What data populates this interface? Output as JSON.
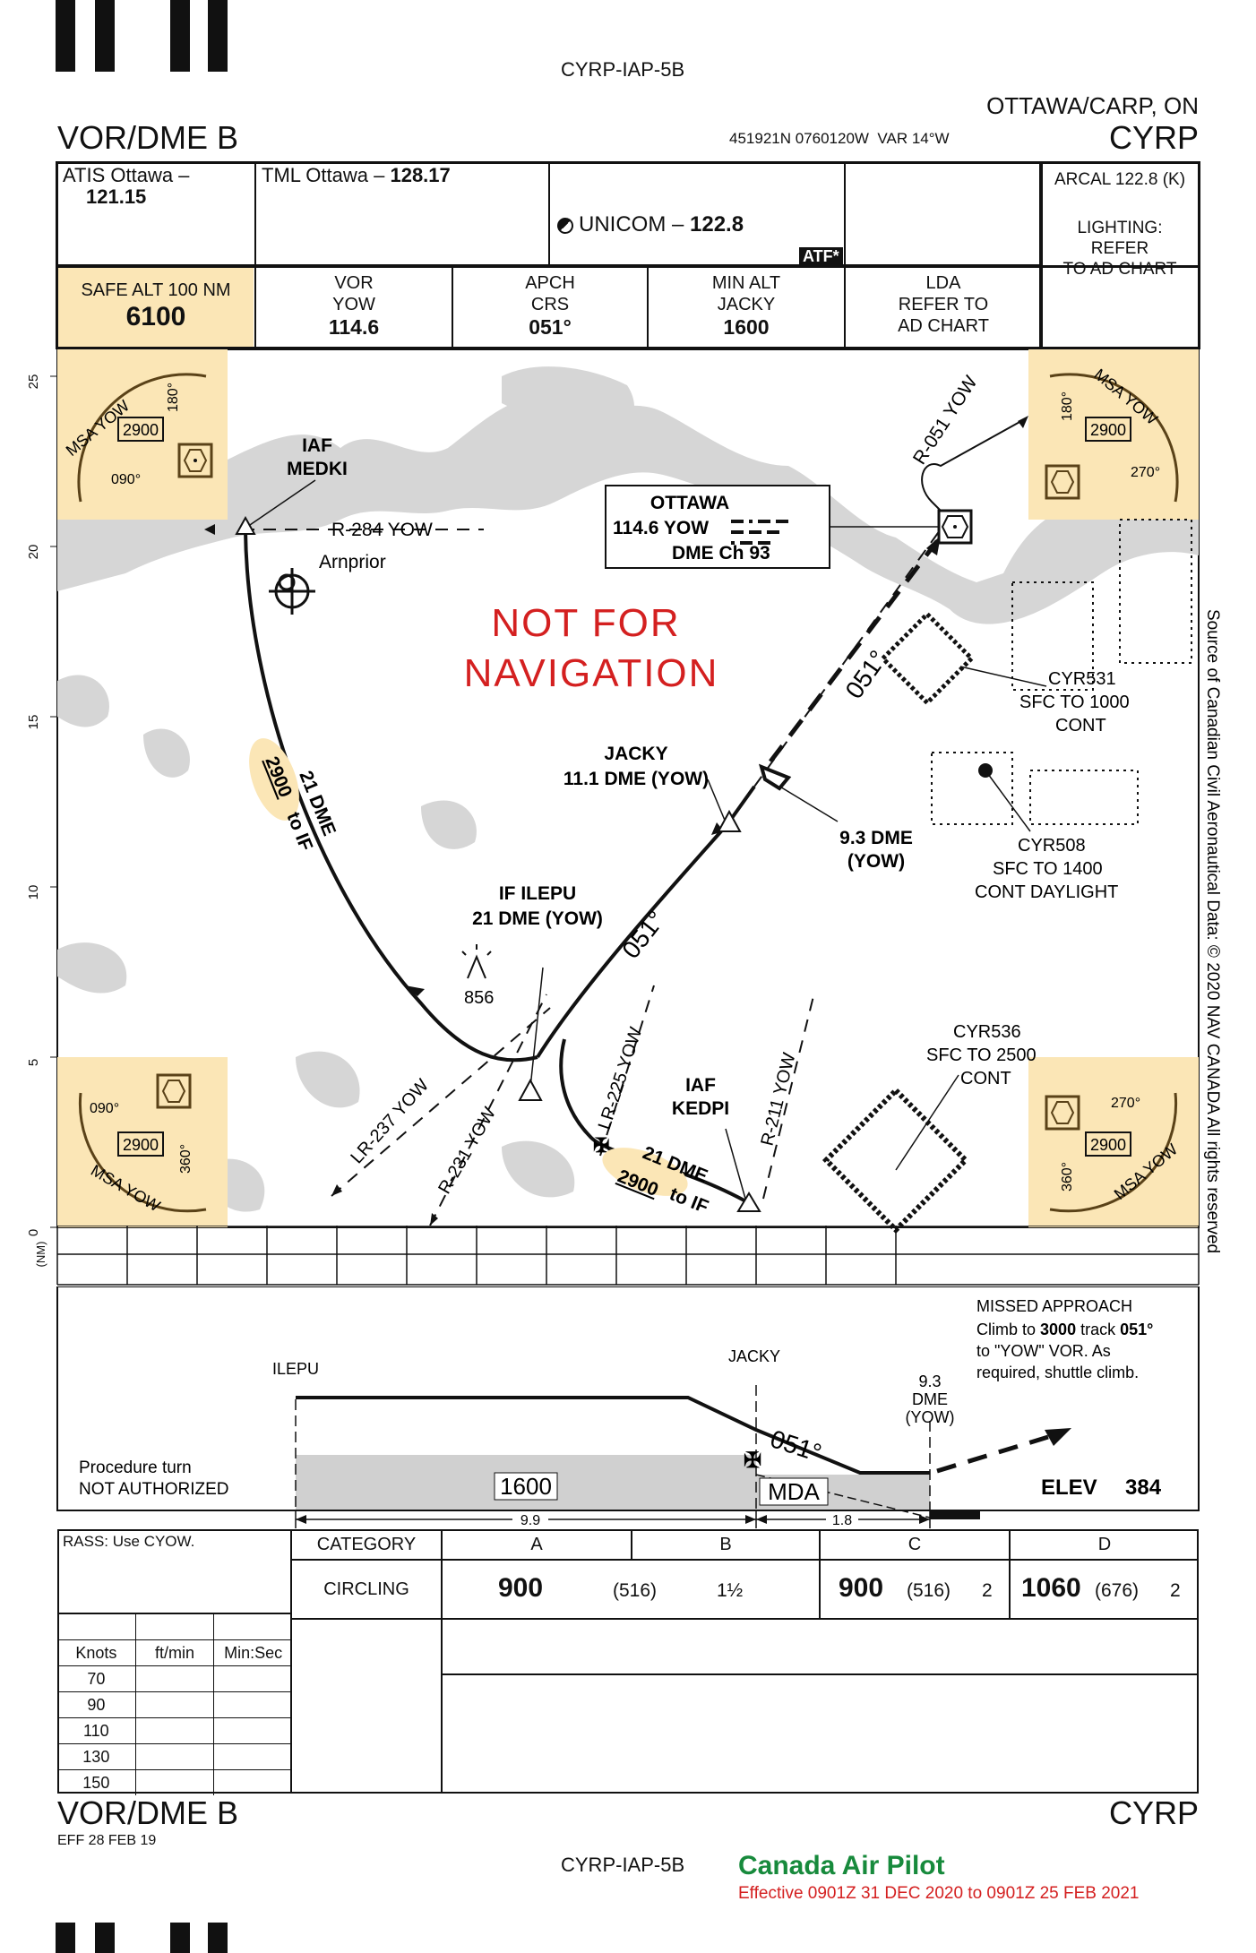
{
  "chart_id": "CYRP-IAP-5B",
  "procedure": "VOR/DME B",
  "airport": {
    "location": "OTTAWA/CARP, ON",
    "ident": "CYRP",
    "coords": "451921N  0760120W",
    "var": "VAR 14°W",
    "elev_label": "ELEV",
    "elev": "384"
  },
  "comm": {
    "atis_label": "ATIS Ottawa –",
    "atis_freq": "121.15",
    "tml_label": "TML Ottawa –",
    "tml_freq": "128.17",
    "unicom_label": "UNICOM –",
    "unicom_freq": "122.8",
    "atf": "ATF*",
    "arcal": "ARCAL 122.8 (K)",
    "lighting": [
      "LIGHTING:",
      "REFER",
      "TO AD CHART"
    ]
  },
  "briefing": {
    "safe_alt_label": "SAFE ALT 100 NM",
    "safe_alt": "6100",
    "vor_label": [
      "VOR",
      "YOW"
    ],
    "vor_freq": "114.6",
    "apch_label": [
      "APCH",
      "CRS"
    ],
    "apch_crs": "051°",
    "min_alt_label": [
      "MIN ALT",
      "JACKY"
    ],
    "min_alt": "1600",
    "lda": [
      "LDA",
      "REFER TO",
      "AD CHART"
    ]
  },
  "plan": {
    "watermark": [
      "NOT FOR",
      "NAVIGATION"
    ],
    "copyright": "Source of Canadian Civil Aeronautical Data: © 2020 NAV CANADA All rights reserved",
    "y_ticks": [
      "25",
      "20",
      "15",
      "10",
      "5",
      "0"
    ],
    "y_unit": "(NM)",
    "msa_tl": {
      "label": "MSA YOW",
      "alt": "2900",
      "b1": "180°",
      "b2": "090°"
    },
    "msa_tr": {
      "label": "MSA YOW",
      "alt": "2900",
      "b1": "180°",
      "b2": "270°"
    },
    "msa_bl": {
      "label": "MSA YOW",
      "alt": "2900",
      "b1": "090°",
      "b2": "360°"
    },
    "msa_br": {
      "label": "MSA YOW",
      "alt": "2900",
      "b1": "270°",
      "b2": "360°"
    },
    "iaf_medki": [
      "IAF",
      "MEDKI"
    ],
    "r284": "R-284 YOW",
    "arnprior": "Arnprior",
    "ottawa": [
      "OTTAWA",
      "114.6 YOW",
      "DME Ch 93"
    ],
    "r051": "R-051 YOW",
    "cyr531": [
      "CYR531",
      "SFC TO 1000",
      "CONT"
    ],
    "cyr508": [
      "CYR508",
      "SFC TO 1400",
      "CONT DAYLIGHT"
    ],
    "cyr536": [
      "CYR536",
      "SFC TO 2500",
      "CONT"
    ],
    "jacky": [
      "JACKY",
      "11.1 DME (YOW)"
    ],
    "dme93": [
      "9.3 DME",
      "(YOW)"
    ],
    "ilepu": [
      "IF ILEPU",
      "21 DME (YOW)"
    ],
    "obstacle": "856",
    "crs051": "051°",
    "arc_medki": [
      "21 DME",
      "2900",
      "to IF"
    ],
    "arc_kedpi": [
      "21 DME",
      "2900",
      "to IF"
    ],
    "iaf_kedpi": [
      "IAF",
      "KEDPI"
    ],
    "lr237": "LR-237 YOW",
    "r231": "R-231 YOW",
    "lr225": "LR-225 YOW",
    "r211": "R-211 YOW"
  },
  "profile": {
    "ilepu": "ILEPU",
    "jacky": "JACKY",
    "dme": [
      "9.3",
      "DME",
      "(YOW)"
    ],
    "crs": "051°",
    "pt": [
      "Procedure turn",
      "NOT AUTHORIZED"
    ],
    "alt1600": "1600",
    "mda": "MDA",
    "dist1": "9.9",
    "dist2": "1.8",
    "missed": [
      "MISSED APPROACH",
      "Climb to",
      "3000",
      "track",
      "051°",
      "to \"YOW\" VOR. As",
      "required, shuttle climb."
    ]
  },
  "minima": {
    "rass": "RASS: Use CYOW.",
    "category_label": "CATEGORY",
    "cats": [
      "A",
      "B",
      "C",
      "D"
    ],
    "circling_label": "CIRCLING",
    "ab_mda": "900",
    "ab_haa": "(516)",
    "ab_vis": "1½",
    "c_mda": "900",
    "c_haa": "(516)",
    "c_vis": "2",
    "d_mda": "1060",
    "d_haa": "(676)",
    "d_vis": "2",
    "table_head": [
      "Knots",
      "ft/min",
      "Min:Sec"
    ],
    "knots": [
      "70",
      "90",
      "110",
      "130",
      "150"
    ]
  },
  "footer": {
    "procedure": "VOR/DME B",
    "eff": "EFF 28 FEB 19",
    "ident": "CYRP",
    "chart_id": "CYRP-IAP-5B",
    "publisher": "Canada Air Pilot",
    "effective": "Effective 0901Z 31 DEC 2020 to 0901Z 25 FEB 2021"
  }
}
